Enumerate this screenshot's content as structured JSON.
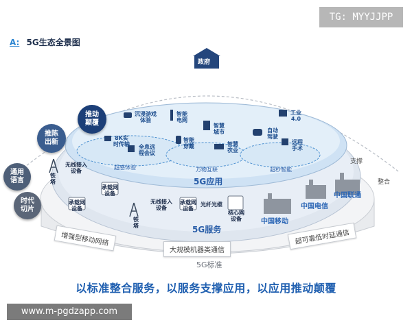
{
  "watermark_top": "TG: MYYJJPP",
  "header": {
    "letter": "A:",
    "title": "5G生态全景图"
  },
  "gov": "政府",
  "bubbles": {
    "drive": "推动颠覆",
    "innovate": "推陈出新",
    "common": "通用语言",
    "era": "时代切片"
  },
  "apps": {
    "vr_game": "沉浸游戏体验",
    "grid": "智能电网",
    "factory": "工业4.0",
    "video8k": "8K实时传输",
    "remote_meet": "全息远程会议",
    "wear": "智能穿戴",
    "city": "智慧城市",
    "agri": "智慧农业",
    "drive": "自动驾驶",
    "surgery": "远程手术",
    "ring_left": "超感体验",
    "ring_mid": "万物互联",
    "ring_right": "超秒智能"
  },
  "layers": {
    "app": "5G应用",
    "service": "5G服务",
    "standard": "5G标准"
  },
  "service": {
    "rail": "铁塔",
    "wireless": "无线接入设备",
    "core_c1": "承载网设备",
    "core_c2": "承载网设备",
    "rail2": "铁塔",
    "wireless2": "无线接入设备",
    "bearer3": "承载网设备",
    "fiber": "光纤光缆",
    "core": "核心网设备"
  },
  "edge": {
    "support": "支撑",
    "integrate": "整合"
  },
  "operators": {
    "telecom": "中国电信",
    "unicom": "中国联通",
    "mobile": "中国移动"
  },
  "banners": {
    "left": "增强型移动网络",
    "mid": "大规模机器类通信",
    "right": "超可靠低时延通信"
  },
  "slogan": "以标准整合服务，以服务支撑应用，以应用推动颠覆",
  "watermark_bottom": "www.m-pgdzapp.com",
  "colors": {
    "drive": "#1c3f78",
    "innovate": "#3a5d8f",
    "common": "#4e5f78",
    "era": "#5b6678",
    "accent": "#2a5ea8"
  }
}
